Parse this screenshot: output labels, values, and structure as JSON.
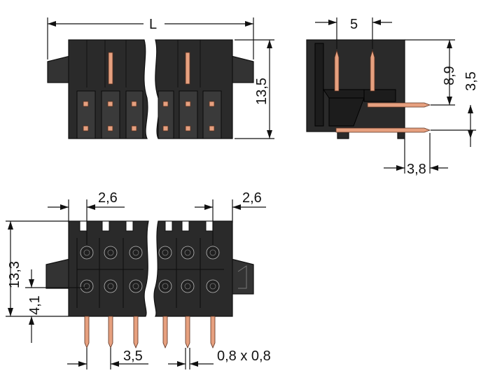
{
  "dimensions": {
    "top_length": "L",
    "top_height": "13,5",
    "side_pitch": "5",
    "side_height_upper": "8,9",
    "side_height_lower": "3,5",
    "side_pin_extension": "3,8",
    "bottom_left_offset": "2,6",
    "bottom_right_offset": "2,6",
    "bottom_height_total": "13,3",
    "bottom_height_pin": "4,1",
    "bottom_pin_pitch": "3,5",
    "bottom_pin_section": "0,8 x 0,8"
  },
  "colors": {
    "housing": "#2a2a2a",
    "pin": "#e6a07f",
    "line": "#111111"
  }
}
